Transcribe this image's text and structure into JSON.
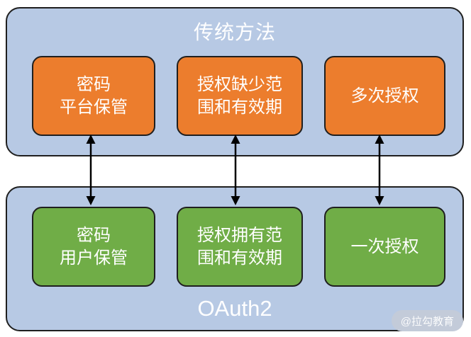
{
  "top_group": {
    "title": "传统方法",
    "boxes": [
      {
        "lines": [
          "密码",
          "平台保管"
        ]
      },
      {
        "lines": [
          "授权缺少范",
          "围和有效期"
        ]
      },
      {
        "lines": [
          "多次授权"
        ]
      }
    ]
  },
  "bottom_group": {
    "title": "OAuth2",
    "boxes": [
      {
        "lines": [
          "密码",
          "用户保管"
        ]
      },
      {
        "lines": [
          "授权拥有范",
          "围和有效期"
        ]
      },
      {
        "lines": [
          "一次授权"
        ]
      }
    ]
  },
  "watermark": "@拉勾教育",
  "colors": {
    "container_bg": "#b7c9e4",
    "traditional_box": "#ec7d2d",
    "oauth2_box": "#70ad47",
    "border": "#1f1f1f",
    "text": "#ffffff"
  }
}
